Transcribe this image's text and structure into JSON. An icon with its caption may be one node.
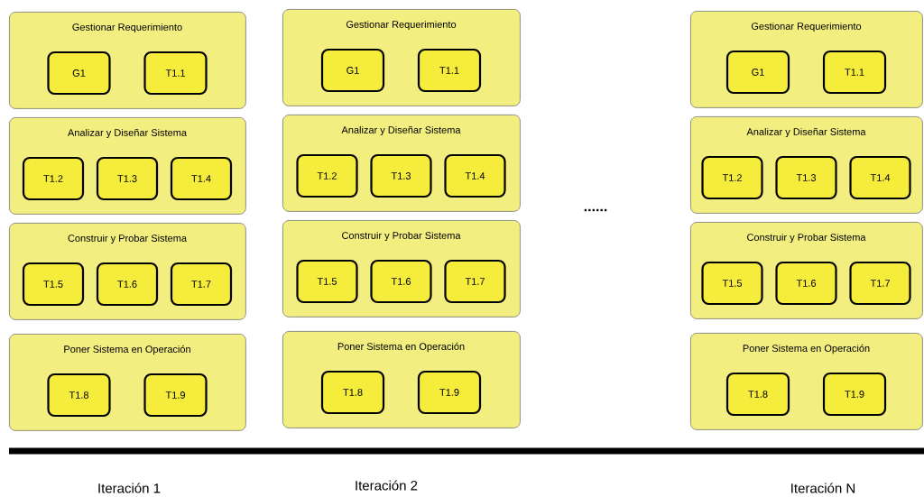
{
  "diagram": {
    "nodes": [
      {
        "text": [
          "Gestionar Requerimiento"
        ]
      },
      {
        "text": [
          "G1"
        ],
        "in": 0
      },
      {
        "text": [
          "T1.1"
        ],
        "in": 0
      },
      {
        "text": [
          "Analizar y Diseñar Sistema"
        ]
      },
      {
        "text": [
          "T1.2"
        ],
        "in": 3
      },
      {
        "text": [
          "T1.3"
        ],
        "in": 3
      },
      {
        "text": [
          "T1.4"
        ],
        "in": 3
      },
      {
        "text": [
          "Construir y Probar Sistema"
        ]
      },
      {
        "text": [
          "T1.5"
        ],
        "in": 7
      },
      {
        "text": [
          "T1.6"
        ],
        "in": 7
      },
      {
        "text": [
          "T1.7"
        ],
        "in": 7
      },
      {
        "text": [
          "Poner Sistema en Operación"
        ]
      },
      {
        "text": [
          "T1.8"
        ],
        "in": 11
      },
      {
        "text": [
          "T1.9"
        ],
        "in": 11
      },
      {
        "text": [
          "Gestionar Requerimiento"
        ]
      },
      {
        "text": [
          "G1"
        ],
        "in": 14
      },
      {
        "text": [
          "T1.1"
        ],
        "in": 14
      },
      {
        "text": [
          "Analizar y Diseñar Sistema"
        ]
      },
      {
        "text": [
          "T1.2"
        ],
        "in": 17
      },
      {
        "text": [
          "T1.3"
        ],
        "in": 17
      },
      {
        "text": [
          "T1.4"
        ],
        "in": 17
      },
      {
        "text": [
          "Construir y Probar Sistema"
        ]
      },
      {
        "text": [
          "T1.5"
        ],
        "in": 21
      },
      {
        "text": [
          "T1.6"
        ],
        "in": 21
      },
      {
        "text": [
          "T1.7"
        ],
        "in": 21
      },
      {
        "text": [
          "Poner Sistema en Operación"
        ]
      },
      {
        "text": [
          "T1.8"
        ],
        "in": 25
      },
      {
        "text": [
          "T1.9"
        ],
        "in": 25
      },
      {
        "text": [
          "Gestionar Requerimiento"
        ]
      },
      {
        "text": [
          "G1"
        ],
        "in": 28
      },
      {
        "text": [
          "T1.1"
        ],
        "in": 28
      },
      {
        "text": [
          "Analizar y Diseñar Sistema"
        ]
      },
      {
        "text": [
          "T1.2"
        ],
        "in": 31
      },
      {
        "text": [
          "T1.3"
        ],
        "in": 31
      },
      {
        "text": [
          "T1.4"
        ],
        "in": 31
      },
      {
        "text": [
          "Construir y Probar Sistema"
        ]
      },
      {
        "text": [
          "T1.5"
        ],
        "in": 35
      },
      {
        "text": [
          "T1.6"
        ],
        "in": 35
      },
      {
        "text": [
          "T1.7"
        ],
        "in": 35
      },
      {
        "text": [
          "Poner Sistema en Operación"
        ]
      },
      {
        "text": [
          "T1.8"
        ],
        "in": 39
      },
      {
        "text": [
          "T1.9"
        ],
        "in": 39
      }
    ],
    "labels": [
      "......",
      "Iteración 1",
      "Iteración 2",
      "Iteración N"
    ]
  }
}
